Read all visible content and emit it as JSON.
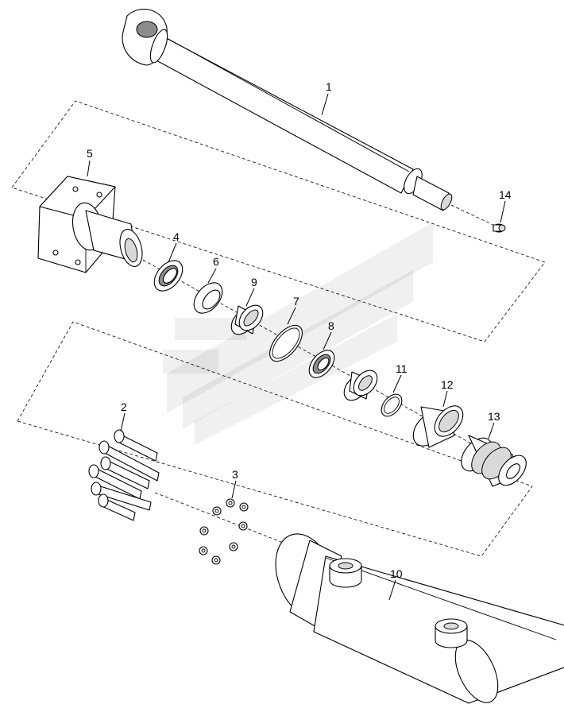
{
  "callouts": [
    {
      "id": "1",
      "label": "1"
    },
    {
      "id": "2",
      "label": "2"
    },
    {
      "id": "3",
      "label": "3"
    },
    {
      "id": "4",
      "label": "4"
    },
    {
      "id": "5",
      "label": "5"
    },
    {
      "id": "6",
      "label": "6"
    },
    {
      "id": "7",
      "label": "7"
    },
    {
      "id": "8",
      "label": "8"
    },
    {
      "id": "9",
      "label": "9"
    },
    {
      "id": "10",
      "label": "10"
    },
    {
      "id": "11",
      "label": "11"
    },
    {
      "id": "12",
      "label": "12"
    },
    {
      "id": "13",
      "label": "13"
    },
    {
      "id": "14",
      "label": "14"
    }
  ],
  "colors": {
    "line": "#000000",
    "background": "#ffffff",
    "watermark": "#000000"
  }
}
